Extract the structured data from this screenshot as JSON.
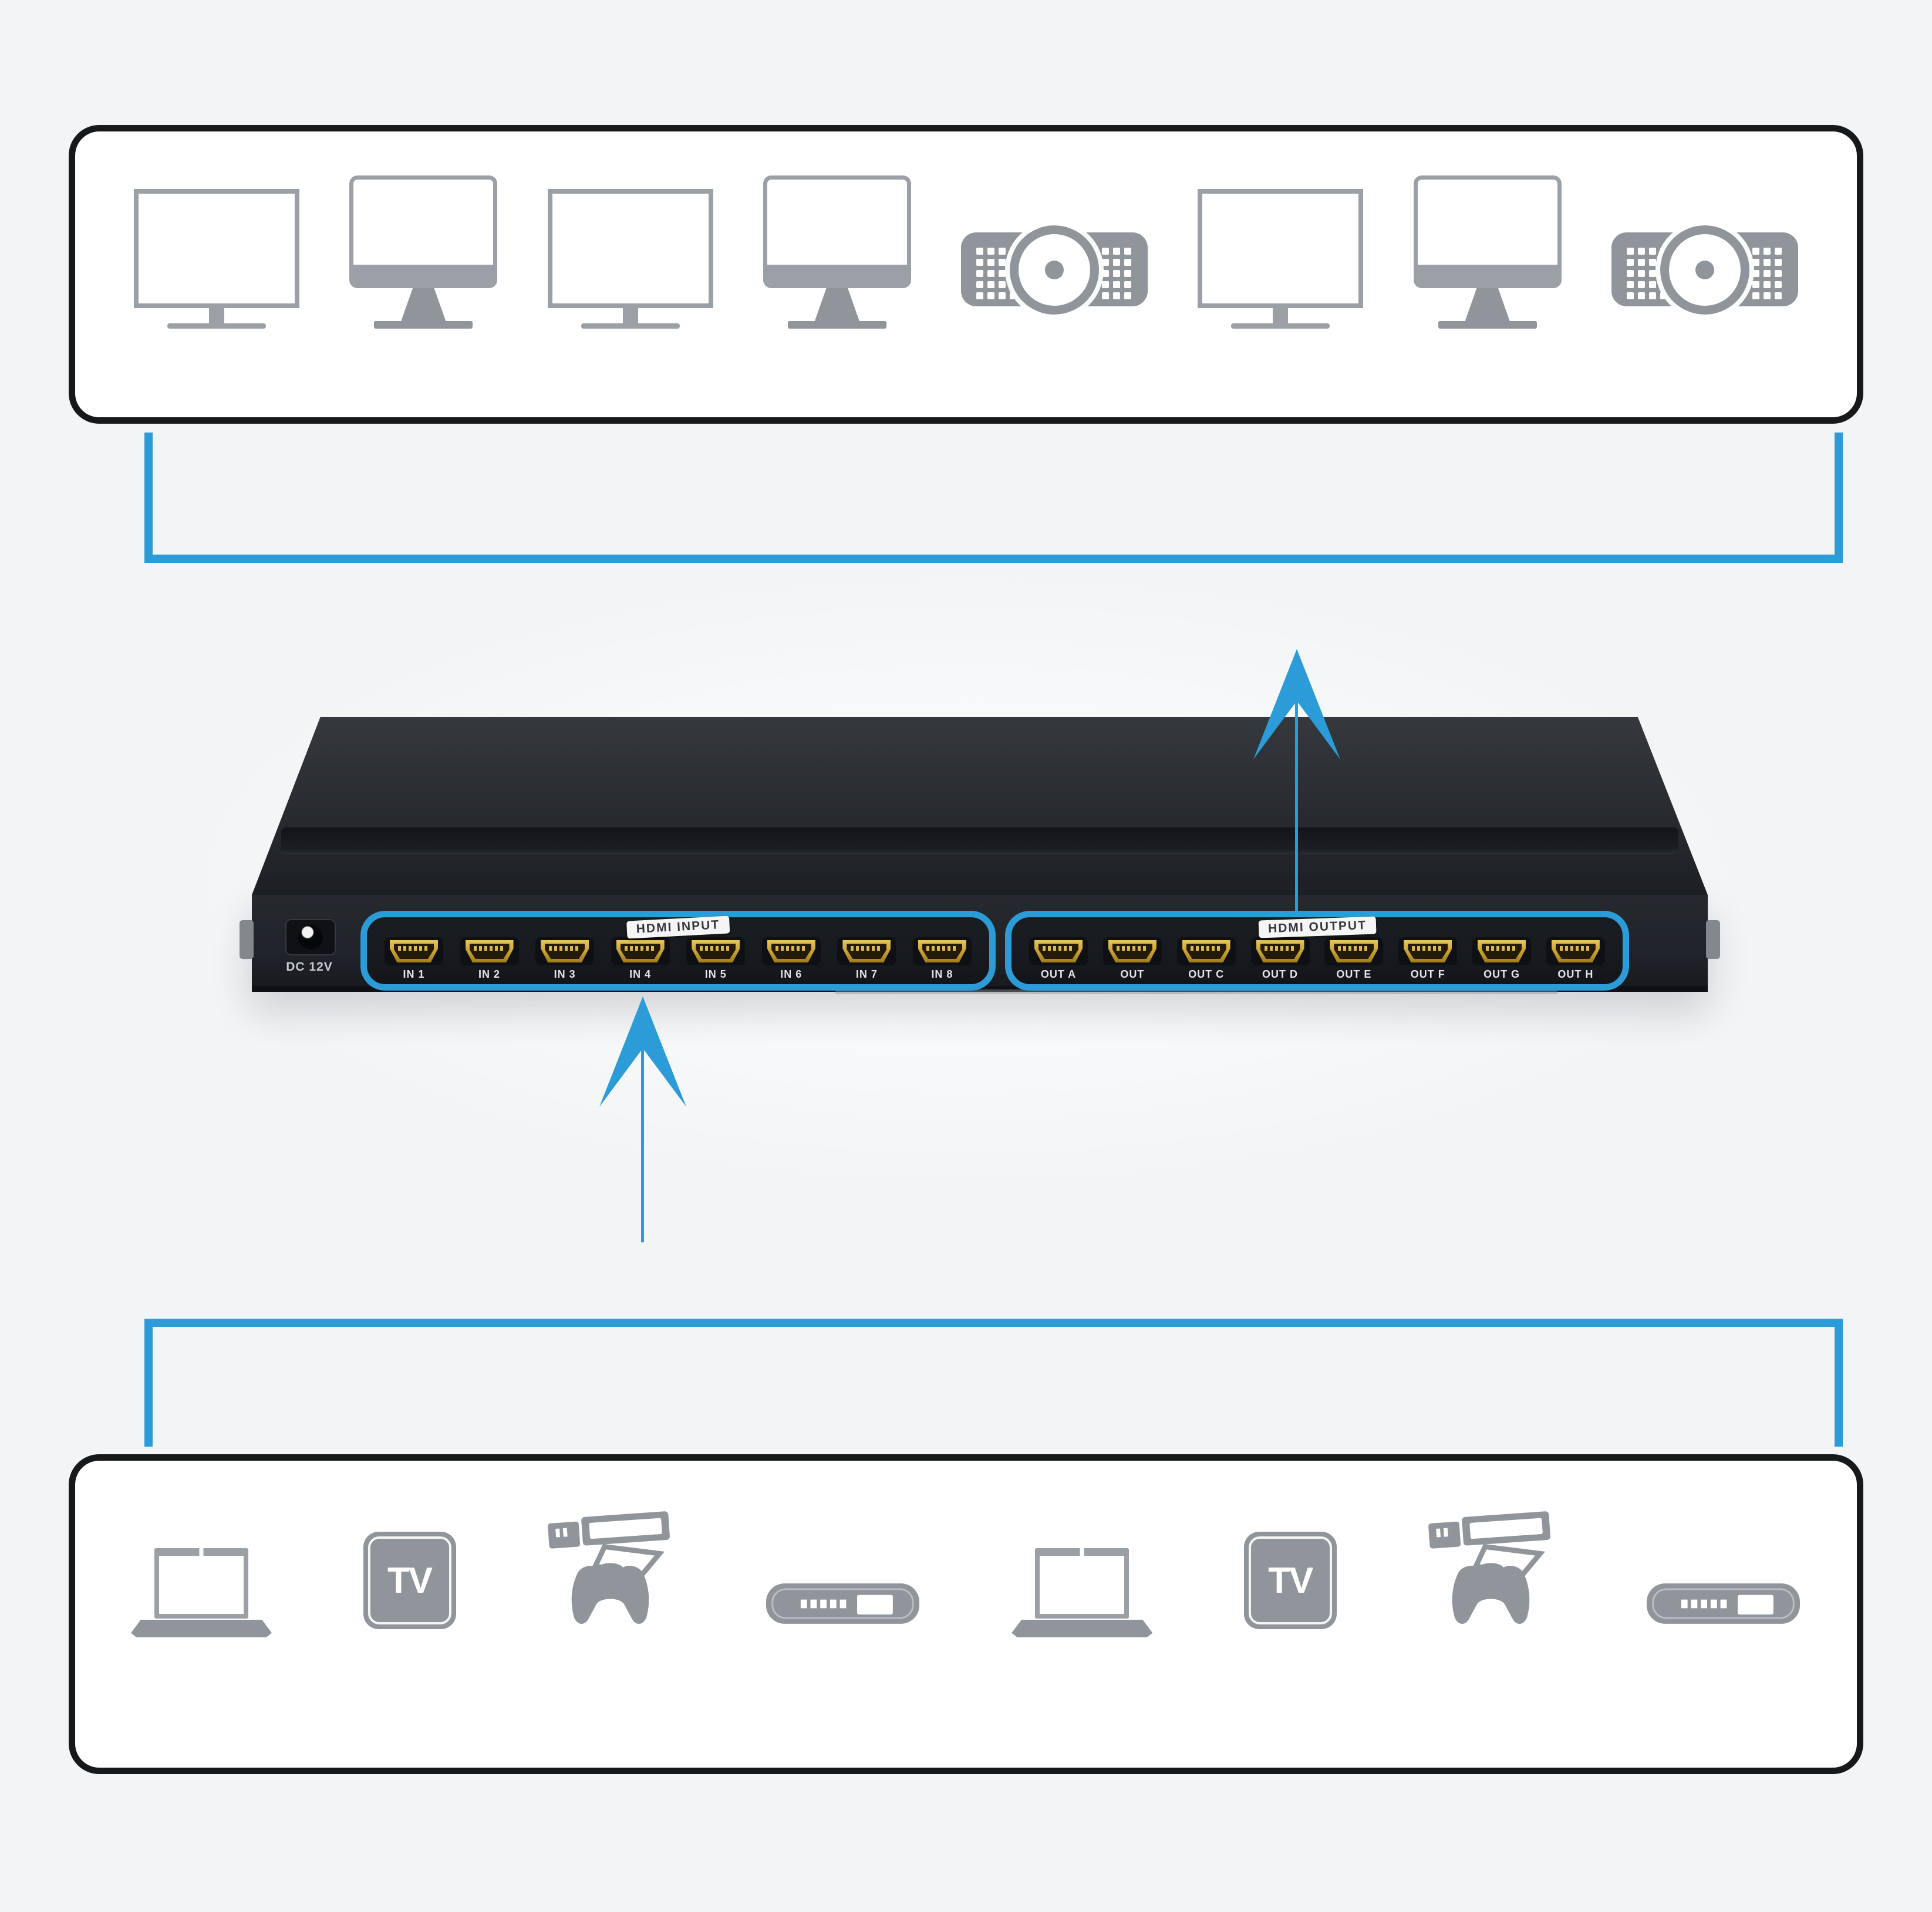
{
  "colors": {
    "accent_blue": "#2c9cd8",
    "box_border": "#17181a",
    "icon_gray": "#8f959a",
    "hdmi_gold": "#c79f2e",
    "device_panel": "#202329",
    "background": "#f2f4f6"
  },
  "top_box": {
    "description": "display devices row",
    "devices": [
      {
        "type": "monitor-a"
      },
      {
        "type": "monitor-b"
      },
      {
        "type": "monitor-a"
      },
      {
        "type": "monitor-b"
      },
      {
        "type": "projector"
      },
      {
        "type": "monitor-a"
      },
      {
        "type": "monitor-b"
      },
      {
        "type": "projector"
      }
    ]
  },
  "device": {
    "power_label": "DC 12V",
    "inputs": {
      "label": "HDMI INPUT",
      "ports": [
        "IN 1",
        "IN 2",
        "IN 3",
        "IN 4",
        "IN 5",
        "IN 6",
        "IN 7",
        "IN 8"
      ]
    },
    "outputs": {
      "label": "HDMI OUTPUT",
      "ports": [
        "OUT A",
        "OUT",
        "OUT C",
        "OUT D",
        "OUT E",
        "OUT F",
        "OUT G",
        "OUT H"
      ]
    }
  },
  "bottom_box": {
    "description": "source devices row",
    "devices": [
      {
        "type": "laptop"
      },
      {
        "type": "tv-box",
        "label": "TV"
      },
      {
        "type": "game-console"
      },
      {
        "type": "media-player"
      },
      {
        "type": "laptop"
      },
      {
        "type": "tv-box",
        "label": "TV"
      },
      {
        "type": "game-console"
      },
      {
        "type": "media-player"
      }
    ]
  }
}
